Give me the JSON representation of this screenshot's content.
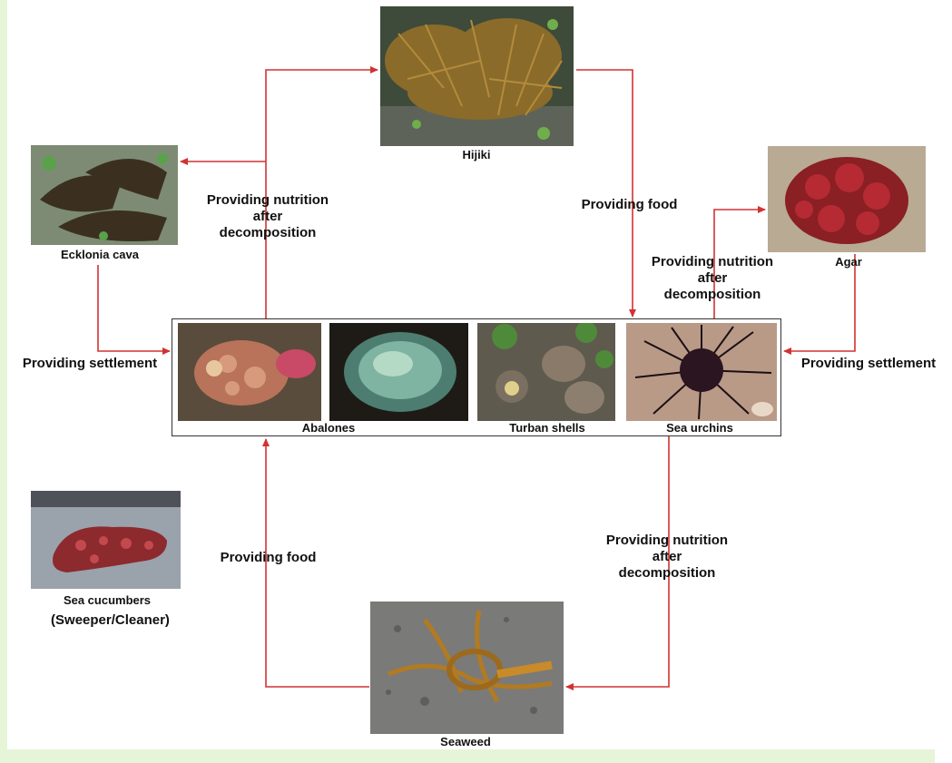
{
  "colors": {
    "arrow": "#d23232",
    "band": "#e6f4d8"
  },
  "organisms": {
    "hijiki": "Hijiki",
    "ecklonia": "Ecklonia cava",
    "agar": "Agar",
    "abalones": "Abalones",
    "turban_shells": "Turban shells",
    "sea_urchins": "Sea urchins",
    "sea_cucumbers": "Sea cucumbers",
    "sea_cucumbers_role": "(Sweeper/Cleaner)",
    "seaweed": "Seaweed"
  },
  "relations": {
    "nutrition_top_left": [
      "Providing nutrition",
      "after",
      "decomposition"
    ],
    "food_top_right": "Providing food",
    "nutrition_top_right": [
      "Providing nutrition",
      "after",
      "decomposition"
    ],
    "settlement_left": "Providing settlement",
    "settlement_right": "Providing settlement",
    "food_bottom_left": "Providing food",
    "nutrition_bottom_right": [
      "Providing nutrition",
      "after",
      "decomposition"
    ]
  }
}
